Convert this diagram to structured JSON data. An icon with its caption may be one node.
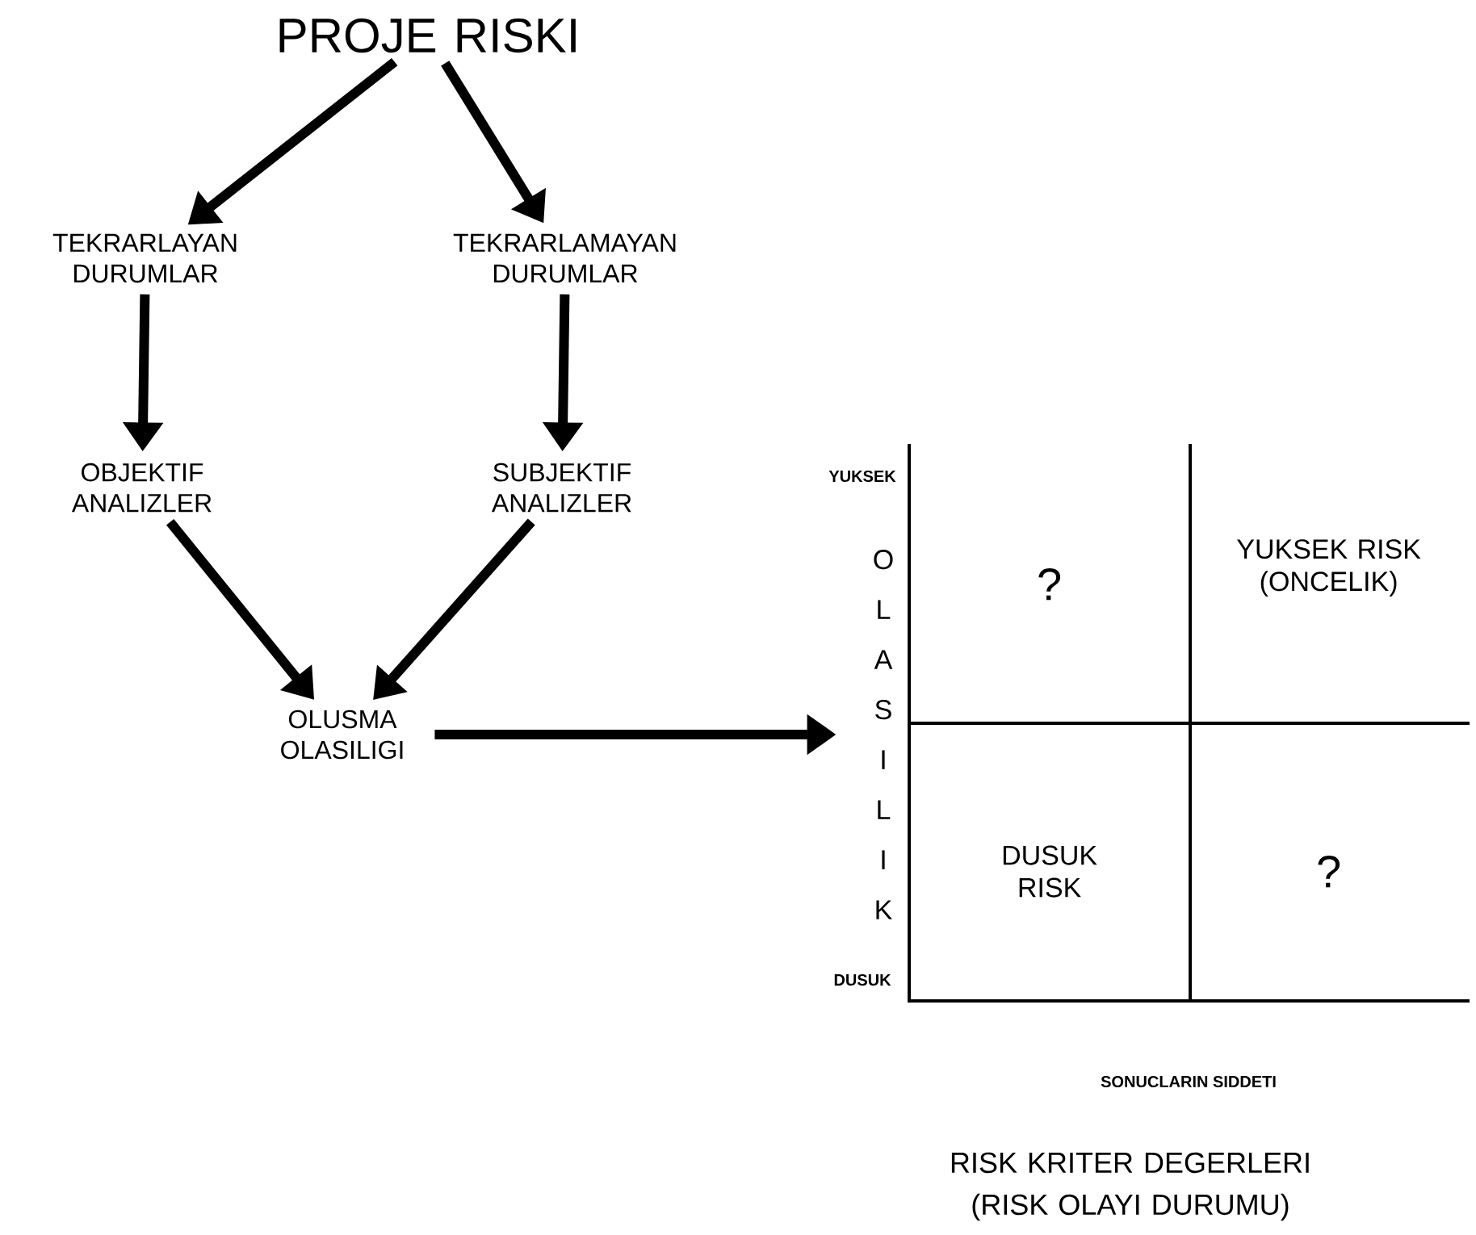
{
  "diagram": {
    "caption": "RISK KRITER DEGERLERI (RISK OLAYI DURUMU)",
    "nodes": [
      {
        "text": [
          "PROJE RISKI"
        ]
      },
      {
        "text": [
          "TEKRARLAYAN DURUMLAR"
        ]
      },
      {
        "text": [
          "TEKRARLAMAYAN DURUMLAR"
        ]
      },
      {
        "text": [
          "OBJEKTIF ANALIZLER"
        ]
      },
      {
        "text": [
          "SUBJEKTIF ANALIZLER"
        ]
      },
      {
        "text": [
          "OLUSMA OLASILIGI"
        ]
      },
      {
        "text": [],
        "shape": "box"
      },
      {
        "text": [
          "?"
        ],
        "in": 6
      },
      {
        "text": [
          "YUKSEK RISK (ONCELIK)"
        ],
        "in": 6
      },
      {
        "text": [
          "DUSUK RISK"
        ],
        "in": 6
      },
      {
        "text": [
          "?"
        ],
        "in": 6
      }
    ],
    "edges": [
      {
        "from": 0,
        "to": 1,
        "arrow": "to"
      },
      {
        "from": 0,
        "to": 2,
        "arrow": "to"
      },
      {
        "from": 1,
        "to": 3,
        "arrow": "to"
      },
      {
        "from": 2,
        "to": 4,
        "arrow": "to"
      },
      {
        "from": 3,
        "to": 5,
        "arrow": "to"
      },
      {
        "from": 4,
        "to": 5,
        "arrow": "to"
      },
      {
        "from": 5,
        "to": 6,
        "arrow": "to"
      }
    ],
    "labels": [
      "YUKSEK",
      "OLASILIK",
      "DUSUK",
      "SONUCLARIN SIDDETI"
    ]
  }
}
